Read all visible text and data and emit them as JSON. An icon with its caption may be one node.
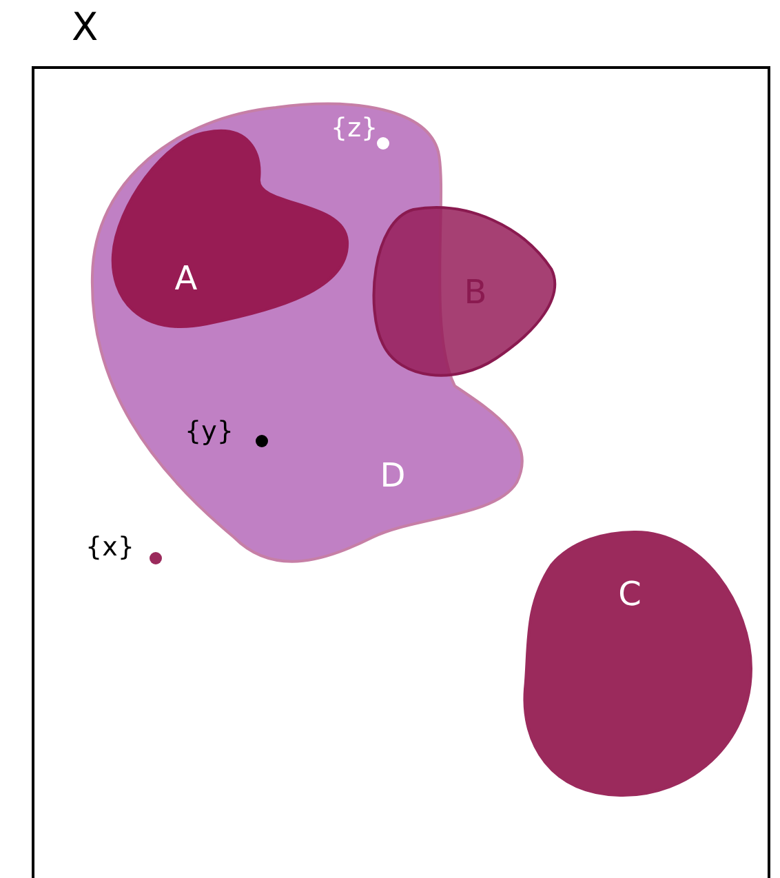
{
  "diagram": {
    "nodes": [
      {
        "text": [
          "X"
        ]
      },
      {
        "text": [
          "D"
        ],
        "in": 0
      },
      {
        "text": [
          "A"
        ],
        "in": 1
      },
      {
        "text": [
          "B"
        ],
        "in": 0
      },
      {
        "text": [
          "C"
        ],
        "in": 0
      },
      {
        "text": [],
        "shape": "circle",
        "beside": [
          "{z}"
        ],
        "in": 1
      },
      {
        "text": [],
        "shape": "circle",
        "beside": [
          "{y}"
        ],
        "in": 1
      },
      {
        "text": [],
        "shape": "circle",
        "beside": [
          "{x}"
        ],
        "in": 0
      }
    ]
  }
}
